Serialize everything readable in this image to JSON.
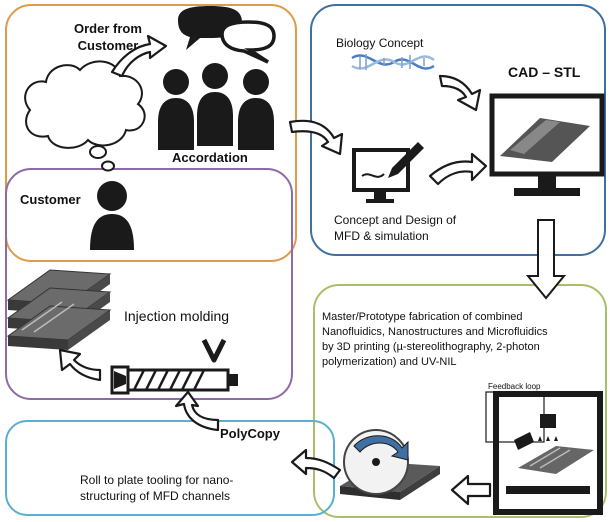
{
  "colors": {
    "orange": "#e09a4a",
    "purple": "#8e6aa8",
    "blue": "#3f6fa3",
    "green": "#a8bf6a",
    "teal": "#5aaecf",
    "dark": "#1a1a1a"
  },
  "labels": {
    "order_from_customer": "Order from\nCustomer",
    "accordation": "Accordation",
    "customer": "Customer",
    "biology_concept": "Biology Concept",
    "cad_stl": "CAD – STL",
    "concept_design": "Concept and Design of\nMFD & simulation",
    "injection_molding": "Injection molding",
    "master_fabrication": "Master/Prototype fabrication of combined\nNanofluidics, Nanostructures and Microfluidics\nby 3D printing (µ-stereolithography, 2-photon\npolymerization) and UV-NIL",
    "feedback_loop": "Feedback loop",
    "polycopy": "PolyCopy",
    "roll_to_plate": "Roll to plate tooling for nano-\nstructuring of MFD channels"
  },
  "icons": [
    "speech-bubbles-icon",
    "people-group-icon",
    "thought-cloud-icon",
    "person-icon",
    "dna-icon",
    "drawing-tablet-icon",
    "monitor-icon",
    "chip-stack-icon",
    "injection-screw-icon",
    "roller-icon",
    "3d-printer-icon"
  ]
}
